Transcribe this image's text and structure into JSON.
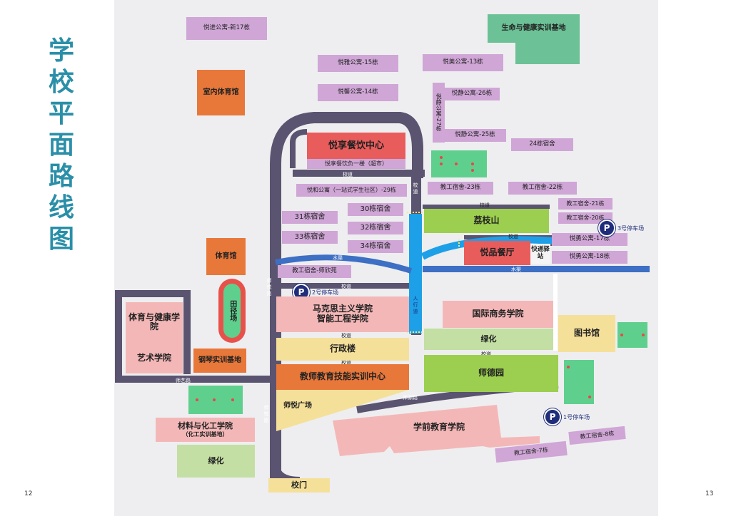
{
  "page_title_chars": [
    "学",
    "校",
    "平",
    "面",
    "路",
    "线",
    "图"
  ],
  "page_numbers": {
    "left": "12",
    "right": "13"
  },
  "buildings": {
    "yuejin17": "悦进公寓-新17栋",
    "life_health_base": "生命与健康实训基地",
    "yueya15": "悦雅公寓-15栋",
    "yuemei13": "悦美公寓-13栋",
    "indoor_gym": "室内体育馆",
    "yuexin14": "悦馨公寓-14栋",
    "yuejing26": "悦静公寓-26栋",
    "yuejing27": "悦静公寓-27栋",
    "yuejing25": "悦静公寓-25栋",
    "dorm24": "24栋宿舍",
    "dining_center": "悦享餐饮中心",
    "dining_b1": "悦享餐饮负一楼（超市）",
    "yuehe29": "悦和公寓（一站式学生社区）-29栋",
    "staff23": "教工宿舍-23栋",
    "staff22": "教工宿舍-22栋",
    "staff21": "教工宿舍-21栋",
    "staff20": "教工宿舍-20栋",
    "dorm30": "30栋宿舍",
    "dorm31": "31栋宿舍",
    "dorm32": "32栋宿舍",
    "dorm33": "33栋宿舍",
    "dorm34": "34栋宿舍",
    "lizhi": "荔枝山",
    "yueyong17": "悦勇公寓-17栋",
    "yuepin": "悦品餐厅",
    "express": "快递驿站",
    "yueyong18": "悦勇公寓-18栋",
    "gym": "体育馆",
    "staff_shixin": "教工宿舍-师欣苑",
    "marx": "马克思主义学院",
    "smart_eng": "智能工程学院",
    "intl_business": "国际商务学院",
    "library": "图书馆",
    "pe_health": "体育与健康学院",
    "arts": "艺术学院",
    "track": "田径场",
    "greening_1": "绿化",
    "admin": "行政楼",
    "piano": "钢琴实训基地",
    "teacher_training": "教师教育技能实训中心",
    "shide": "师德园",
    "shiyue_square": "师悦广场",
    "preschool": "学前教育学院",
    "materials": "材料与化工学院",
    "chem_base": "（化工实训基地）",
    "staff8": "教工宿舍-8栋",
    "staff7": "教工宿舍-7栋",
    "greening_2": "绿化",
    "gate": "校门"
  },
  "roads": {
    "xiaodao": "校道",
    "shuiqu": "水渠",
    "shiyue_road": "师悦路",
    "shiyi_road": "师艺路",
    "shiyuan_road": "师源路",
    "renxingdao": "人行道",
    "xiaodao_vertical": "校道"
  },
  "parking": {
    "p_symbol": "P",
    "p1": "1号停车场",
    "p2": "2号停车场",
    "p3": "3号停车场"
  },
  "colors": {
    "road": "#5a5470",
    "canal": "#3d6fc4",
    "title": "#2a8fa8"
  }
}
